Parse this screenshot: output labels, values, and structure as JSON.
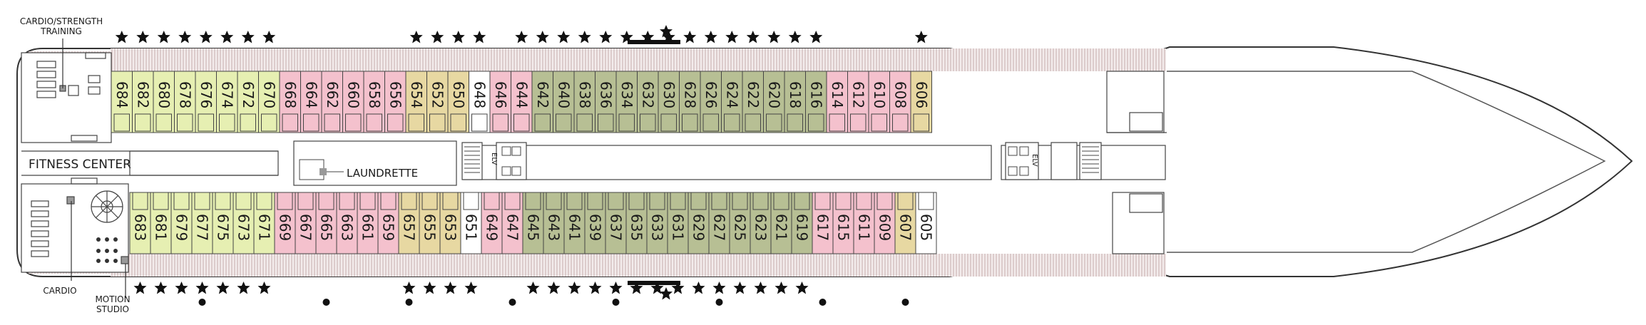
{
  "colors": {
    "yellow_green": "#e6efb2",
    "pink": "#f4c1cd",
    "tan": "#e7d8a2",
    "olive": "#b7bf94",
    "white_room": "#ffffff",
    "outline": "#444444",
    "balcony": "#d7d7d7"
  },
  "labels": {
    "fitness_center": "FITNESS CENTER",
    "laundrette": "LAUNDRETTE",
    "cardio_strength_line1": "CARDIO/STRENGTH",
    "cardio_strength_line2": "TRAINING",
    "cardio": "CARDIO",
    "motion_line1": "MOTION",
    "motion_line2": "STUDIO",
    "elevator": "ELV"
  },
  "cabins": {
    "top": [
      {
        "num": "684",
        "type": "yellow_green"
      },
      {
        "num": "682",
        "type": "yellow_green"
      },
      {
        "num": "680",
        "type": "yellow_green"
      },
      {
        "num": "678",
        "type": "yellow_green"
      },
      {
        "num": "676",
        "type": "yellow_green"
      },
      {
        "num": "674",
        "type": "yellow_green"
      },
      {
        "num": "672",
        "type": "yellow_green"
      },
      {
        "num": "670",
        "type": "yellow_green"
      },
      {
        "num": "668",
        "type": "pink"
      },
      {
        "num": "664",
        "type": "pink"
      },
      {
        "num": "662",
        "type": "pink"
      },
      {
        "num": "660",
        "type": "pink"
      },
      {
        "num": "658",
        "type": "pink"
      },
      {
        "num": "656",
        "type": "pink"
      },
      {
        "num": "654",
        "type": "tan"
      },
      {
        "num": "652",
        "type": "tan"
      },
      {
        "num": "650",
        "type": "tan"
      },
      {
        "num": "648",
        "type": "white_room"
      },
      {
        "num": "646",
        "type": "pink"
      },
      {
        "num": "644",
        "type": "pink"
      },
      {
        "num": "642",
        "type": "olive"
      },
      {
        "num": "640",
        "type": "olive"
      },
      {
        "num": "638",
        "type": "olive"
      },
      {
        "num": "636",
        "type": "olive"
      },
      {
        "num": "634",
        "type": "olive"
      },
      {
        "num": "632",
        "type": "olive"
      },
      {
        "num": "630",
        "type": "olive"
      },
      {
        "num": "628",
        "type": "olive"
      },
      {
        "num": "626",
        "type": "olive"
      },
      {
        "num": "624",
        "type": "olive"
      },
      {
        "num": "622",
        "type": "olive"
      },
      {
        "num": "620",
        "type": "olive"
      },
      {
        "num": "618",
        "type": "olive"
      },
      {
        "num": "616",
        "type": "olive"
      },
      {
        "num": "614",
        "type": "pink"
      },
      {
        "num": "612",
        "type": "pink"
      },
      {
        "num": "610",
        "type": "pink"
      },
      {
        "num": "608",
        "type": "pink"
      },
      {
        "num": "606",
        "type": "tan"
      }
    ],
    "bottom": [
      {
        "num": "683",
        "type": "yellow_green"
      },
      {
        "num": "681",
        "type": "yellow_green"
      },
      {
        "num": "679",
        "type": "yellow_green"
      },
      {
        "num": "677",
        "type": "yellow_green"
      },
      {
        "num": "675",
        "type": "yellow_green"
      },
      {
        "num": "673",
        "type": "yellow_green"
      },
      {
        "num": "671",
        "type": "yellow_green"
      },
      {
        "num": "669",
        "type": "pink"
      },
      {
        "num": "667",
        "type": "pink"
      },
      {
        "num": "665",
        "type": "pink"
      },
      {
        "num": "663",
        "type": "pink"
      },
      {
        "num": "661",
        "type": "pink"
      },
      {
        "num": "659",
        "type": "pink"
      },
      {
        "num": "657",
        "type": "tan"
      },
      {
        "num": "655",
        "type": "tan"
      },
      {
        "num": "653",
        "type": "tan"
      },
      {
        "num": "651",
        "type": "white_room"
      },
      {
        "num": "649",
        "type": "pink"
      },
      {
        "num": "647",
        "type": "pink"
      },
      {
        "num": "645",
        "type": "olive"
      },
      {
        "num": "643",
        "type": "olive"
      },
      {
        "num": "641",
        "type": "olive"
      },
      {
        "num": "639",
        "type": "olive"
      },
      {
        "num": "637",
        "type": "olive"
      },
      {
        "num": "635",
        "type": "olive"
      },
      {
        "num": "633",
        "type": "olive"
      },
      {
        "num": "631",
        "type": "olive"
      },
      {
        "num": "629",
        "type": "olive"
      },
      {
        "num": "627",
        "type": "olive"
      },
      {
        "num": "625",
        "type": "olive"
      },
      {
        "num": "623",
        "type": "olive"
      },
      {
        "num": "621",
        "type": "olive"
      },
      {
        "num": "619",
        "type": "olive"
      },
      {
        "num": "617",
        "type": "pink"
      },
      {
        "num": "615",
        "type": "pink"
      },
      {
        "num": "611",
        "type": "pink"
      },
      {
        "num": "609",
        "type": "pink"
      },
      {
        "num": "607",
        "type": "tan"
      },
      {
        "num": "605",
        "type": "white_room"
      }
    ]
  },
  "symbols": {
    "top_stars": [
      "684",
      "682",
      "680",
      "678",
      "676",
      "674",
      "672",
      "670",
      "654",
      "652",
      "650",
      "648",
      "644",
      "642",
      "640",
      "638",
      "636",
      "634",
      "632",
      "630",
      "628",
      "626",
      "624",
      "622",
      "620",
      "618",
      "616",
      "606"
    ],
    "bottom_stars": [
      "683",
      "681",
      "679",
      "677",
      "675",
      "673",
      "671",
      "657",
      "655",
      "653",
      "651",
      "645",
      "643",
      "641",
      "639",
      "637",
      "635",
      "633",
      "631",
      "629",
      "627",
      "625",
      "623",
      "621",
      "619"
    ],
    "bottom_dots": [
      "677",
      "665",
      "657",
      "647",
      "637",
      "627",
      "617",
      "607"
    ]
  }
}
